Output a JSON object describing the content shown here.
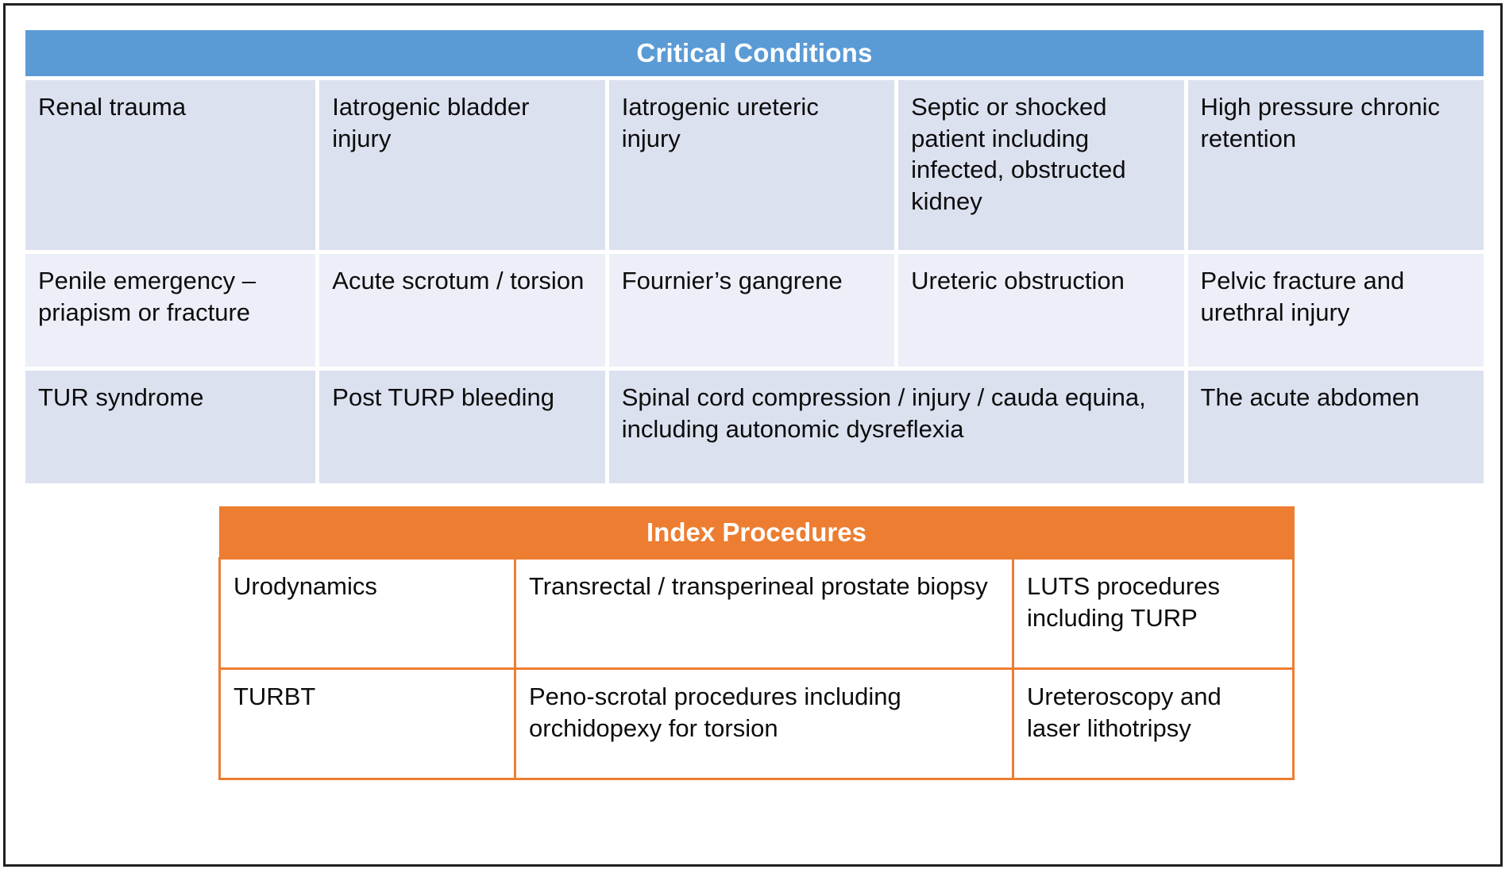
{
  "figure": {
    "frame_color": "#231f20",
    "background": "#ffffff"
  },
  "critical_conditions": {
    "title": "Critical Conditions",
    "header_bg": "#5B9BD5",
    "header_text_color": "#ffffff",
    "row_bg_dark": "#DCE1F0",
    "row_bg_light": "#EDEFF8",
    "column_count": 5,
    "rows": [
      {
        "style": "dark",
        "height": "tall",
        "cells": [
          "Renal trauma",
          "Iatrogenic bladder injury",
          "Iatrogenic ureteric injury",
          "Septic or shocked patient including infected, obstructed kidney",
          "High pressure chronic retention"
        ]
      },
      {
        "style": "light",
        "height": "short",
        "cells": [
          "Penile emergency – priapism or fracture",
          "Acute scrotum / torsion",
          "Fournier’s gangrene",
          "Ureteric obstruction",
          "Pelvic fracture and urethral injury"
        ]
      },
      {
        "style": "dark",
        "height": "short",
        "cells": [
          "TUR syndrome",
          "Post TURP bleeding",
          "Spinal cord compression / injury / cauda equina, including autonomic dysreflexia",
          "The acute abdomen"
        ],
        "merged_cell_index": 2,
        "merged_cell_span": 2
      }
    ]
  },
  "index_procedures": {
    "title": "Index Procedures",
    "header_bg": "#ED7D31",
    "header_text_color": "#ffffff",
    "border_color": "#ED7D31",
    "cell_bg": "#ffffff",
    "column_count": 3,
    "rows": [
      {
        "cells": [
          "Urodynamics",
          "Transrectal / transperineal prostate biopsy",
          "LUTS procedures including TURP"
        ]
      },
      {
        "cells": [
          "TURBT",
          "Peno-scrotal procedures including orchidopexy for torsion",
          "Ureteroscopy and laser lithotripsy"
        ]
      }
    ]
  }
}
